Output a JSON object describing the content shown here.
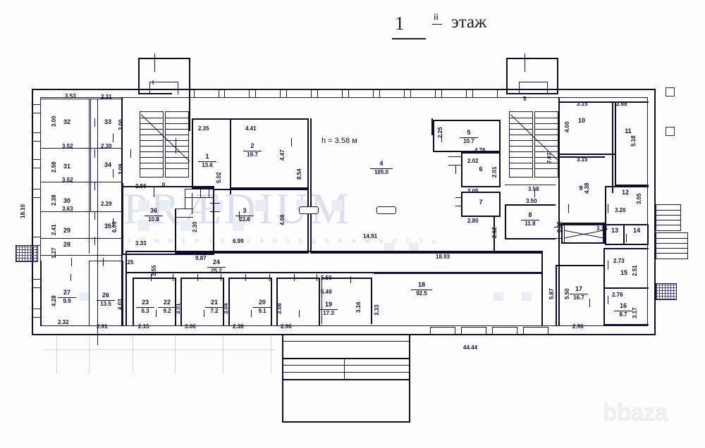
{
  "title": {
    "floor_number": "1",
    "ordinal_suffix": "й",
    "word": "этаж"
  },
  "notes": {
    "ceiling_height": "h = 3.58 м"
  },
  "watermarks": {
    "primary": "PRÆDIUM",
    "primary_sub": "К О М М Е Р Ч Е С К А Я   Н Е Д В И Ж И М О С Т Ь",
    "secondary": "bbaza"
  },
  "overall_dimensions": {
    "bottom_width": "44.44",
    "left_height": "18.10",
    "mid_width": "14.91",
    "right_width": "18.93"
  },
  "rooms": [
    {
      "id": "1",
      "area": "13.6"
    },
    {
      "id": "2",
      "area": "19.7"
    },
    {
      "id": "3",
      "area": "23.6"
    },
    {
      "id": "4",
      "area": "105.0"
    },
    {
      "id": "5",
      "area": "10.7"
    },
    {
      "id": "6",
      "area": ""
    },
    {
      "id": "7",
      "area": ""
    },
    {
      "id": "8",
      "area": "11.8"
    },
    {
      "id": "9",
      "area": ""
    },
    {
      "id": "10",
      "area": ""
    },
    {
      "id": "11",
      "area": ""
    },
    {
      "id": "12",
      "area": ""
    },
    {
      "id": "13",
      "area": ""
    },
    {
      "id": "14",
      "area": ""
    },
    {
      "id": "15",
      "area": ""
    },
    {
      "id": "16",
      "area": "8.7"
    },
    {
      "id": "17",
      "area": "16.7"
    },
    {
      "id": "18",
      "area": "92.5"
    },
    {
      "id": "19",
      "area": "17.3"
    },
    {
      "id": "20",
      "area": "9.1"
    },
    {
      "id": "21",
      "area": "7.2"
    },
    {
      "id": "22",
      "area": "9.2"
    },
    {
      "id": "23",
      "area": "6.3"
    },
    {
      "id": "24",
      "area": "25.2"
    },
    {
      "id": "25",
      "area": ""
    },
    {
      "id": "26",
      "area": "13.5"
    },
    {
      "id": "27",
      "area": "9.9"
    },
    {
      "id": "28",
      "area": ""
    },
    {
      "id": "29",
      "area": ""
    },
    {
      "id": "30",
      "area": ""
    },
    {
      "id": "31",
      "area": ""
    },
    {
      "id": "32",
      "area": ""
    },
    {
      "id": "33",
      "area": ""
    },
    {
      "id": "34",
      "area": ""
    },
    {
      "id": "35",
      "area": ""
    },
    {
      "id": "36",
      "area": "10.8"
    },
    {
      "id": "I",
      "area": ""
    },
    {
      "id": "II",
      "area": ""
    }
  ],
  "dimensions": {
    "d_3_53": "3.53",
    "d_2_31": "2.31",
    "d_3_00a": "3.00",
    "d_3_00b": "3.00",
    "d_3_52a": "3.52",
    "d_2_30a": "2.30",
    "d_2_58": "2.58",
    "d_3_09": "3.09",
    "d_3_52b": "3.52",
    "d_2_38": "2.38",
    "d_2_29": "2.29",
    "d_3_63": "3.63",
    "d_2_41": "2.41",
    "d_6_09": "6.09",
    "d_1_27": "1.27",
    "d_4_28": "4.28",
    "d_2_32": "2.32",
    "d_2_91": "2.91",
    "d_4_03": "4.03",
    "d_3_33": "3.33",
    "d_3_56": "3.56",
    "d_2_35": "2.35",
    "d_4_41": "4.41",
    "d_4_47": "4.47",
    "d_8_54": "8.54",
    "d_5_02": "5.02",
    "d_4_06": "4.06",
    "d_2_30b": "2.30",
    "d_6_99": "6.99",
    "d_2_25": "2.25",
    "d_4_76": "4.76",
    "d_2_02": "2.02",
    "d_2_01": "2.01",
    "d_2_05": "2.05",
    "d_2_80": "2.80",
    "d_2_12": "2.12",
    "d_3_58a": "3.58",
    "d_3_50": "3.50",
    "d_3_30": "3.30",
    "d_7_07": "7.07",
    "d_3_15a": "3.15",
    "d_3_15b": "3.15",
    "d_3_15c": "3.15",
    "d_2_68": "2.68",
    "d_4_00": "4.00",
    "d_5_18": "5.18",
    "d_4_38": "4.38",
    "d_3_05": "3.05",
    "d_3_20": "3.20",
    "d_2_73": "2.73",
    "d_2_51": "2.51",
    "d_2_76": "2.76",
    "d_3_17": "3.17",
    "d_5_50": "5.50",
    "d_5_87": "5.87",
    "d_2_96": "2.96",
    "d_2_55": "2.55",
    "d_9_87": "9.87",
    "d_2_15": "2.15",
    "d_3_01": "3.01",
    "d_3_06": "3.06",
    "d_3_04": "3.04",
    "d_2_38b": "2.38",
    "d_2_96b": "2.96",
    "d_3_08": "3.08",
    "d_5_59": "5.59",
    "d_5_49": "5.49",
    "d_3_16": "3.16",
    "d_3_33b": "3.33"
  }
}
